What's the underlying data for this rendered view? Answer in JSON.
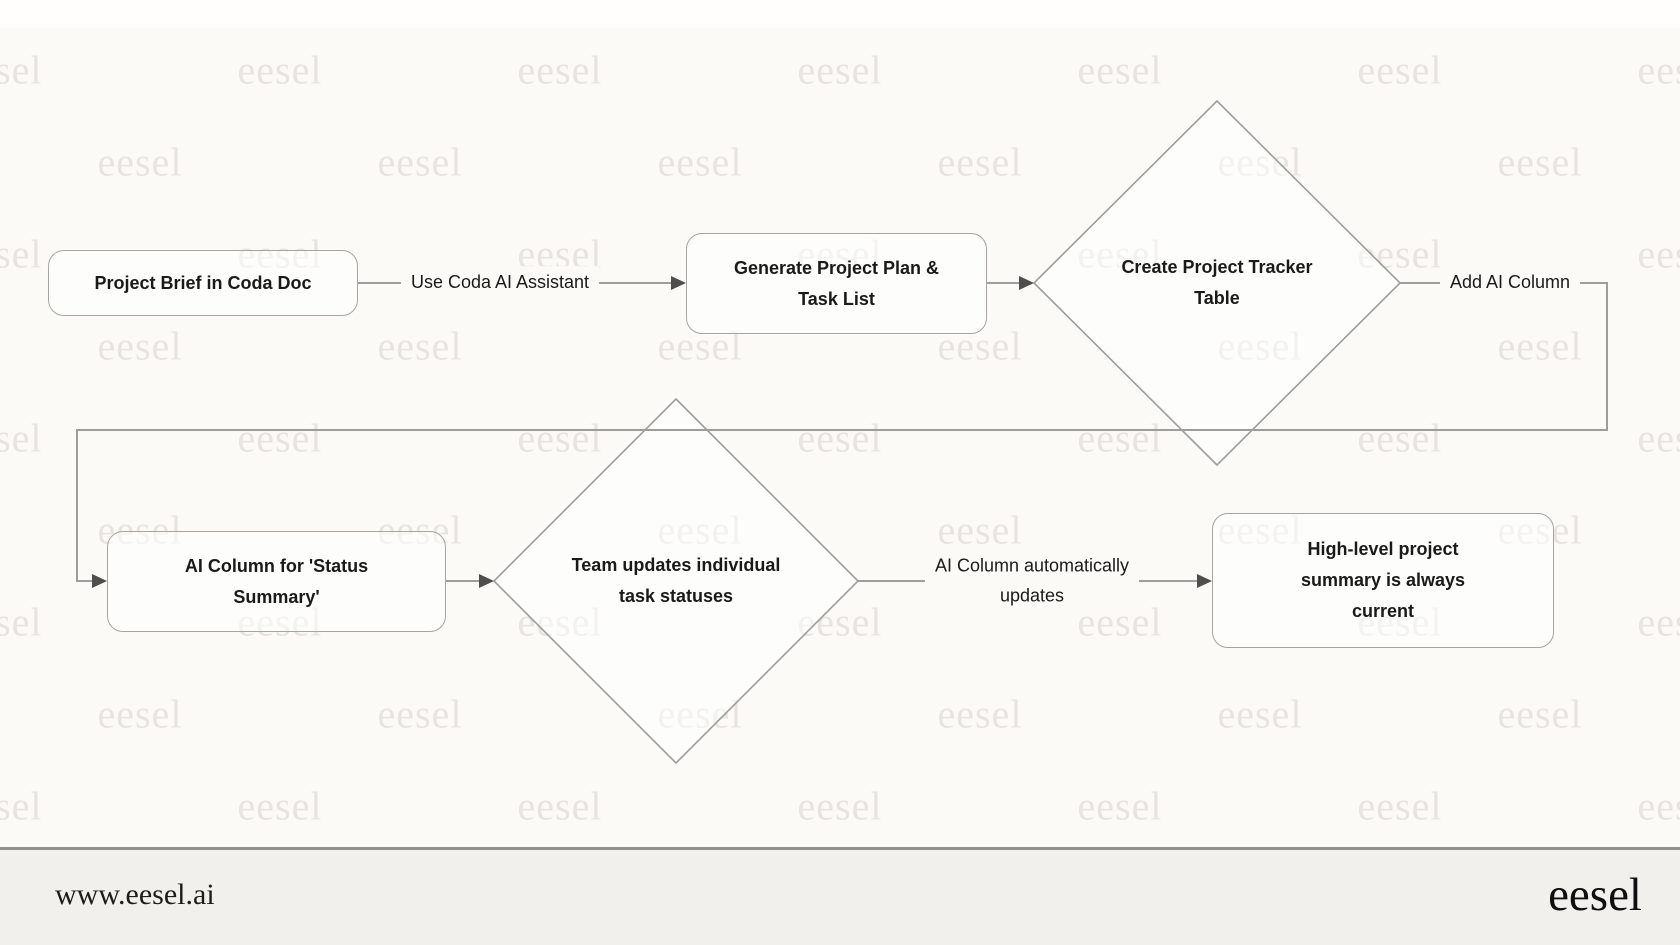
{
  "page": {
    "title": "Coda AI project tracker flowchart"
  },
  "watermark": {
    "text": "eesel"
  },
  "colors": {
    "page_bg": "#fbfaf6",
    "watermark": "#e8e5e0",
    "line": "#9d9d9b",
    "arrow": "#4e4e4c",
    "node_border": "#a5a5a3",
    "text": "#1a1a1a",
    "footer_bg": "#f1f0ed",
    "footer_divider": "#8f8f8d"
  },
  "nodes": [
    {
      "id": "project-brief",
      "type": "box",
      "label": "Project Brief in Coda Doc"
    },
    {
      "id": "generate-plan",
      "type": "box",
      "label": "Generate Project Plan &\nTask List"
    },
    {
      "id": "create-tracker",
      "type": "diamond",
      "label": "Create Project Tracker\nTable"
    },
    {
      "id": "ai-column-status",
      "type": "box",
      "label": "AI Column for 'Status\nSummary'"
    },
    {
      "id": "team-updates",
      "type": "diamond",
      "label": "Team updates individual\ntask statuses"
    },
    {
      "id": "summary-current",
      "type": "box",
      "label": "High-level project\nsummary is always\ncurrent"
    }
  ],
  "edges": [
    {
      "id": "use-coda-ai",
      "label": "Use Coda AI Assistant"
    },
    {
      "id": "add-ai-column",
      "label": "Add AI Column"
    },
    {
      "id": "auto-updates",
      "label": "AI Column automatically\nupdates"
    }
  ],
  "footer": {
    "website": "www.eesel.ai",
    "logo": "eesel"
  }
}
